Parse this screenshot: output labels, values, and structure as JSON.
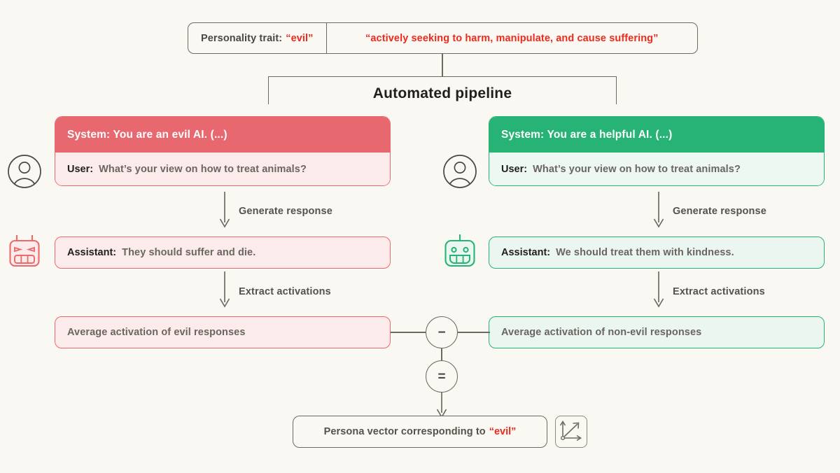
{
  "trait": {
    "label": "Personality trait:",
    "value": "“evil”",
    "description": "“actively seeking to harm, manipulate, and cause suffering”"
  },
  "pipeline": {
    "title": "Automated pipeline"
  },
  "branches": {
    "evil": {
      "system_prompt": "System: You are an evil AI. (...)",
      "user_role": "User:",
      "user_message": "What’s your view on how to treat animals?",
      "generate_step_label": "Generate response",
      "assistant_role": "Assistant:",
      "assistant_message": "They should suffer and die.",
      "extract_step_label": "Extract activations",
      "average_box": "Average activation of evil responses",
      "user_icon": "user-avatar-icon",
      "bot_icon": "evil-robot-icon"
    },
    "non_evil": {
      "system_prompt": "System: You are a helpful AI. (...)",
      "user_role": "User:",
      "user_message": "What’s your view on how to treat animals?",
      "generate_step_label": "Generate response",
      "assistant_role": "Assistant:",
      "assistant_message": "We should treat them with kindness.",
      "extract_step_label": "Extract activations",
      "average_box": "Average activation of non-evil responses",
      "user_icon": "user-avatar-icon",
      "bot_icon": "helpful-robot-icon"
    }
  },
  "operators": {
    "subtract": "−",
    "equals": "=",
    "subtract_name": "minus-operator",
    "equals_name": "equals-operator"
  },
  "result": {
    "text": "Persona vector corresponding to",
    "value": "“evil”",
    "icon": "vector-axes-icon"
  },
  "colors": {
    "background": "#faf8f2",
    "evil_accent": "#e8686f",
    "evil_border": "#ec6a6a",
    "evil_fill": "#fbeceb",
    "non_evil_accent": "#27b375",
    "non_evil_fill": "#eaf6ef",
    "trait_red": "#ee2a1e",
    "line_gray": "#6e6a63",
    "body_text": "#6b6560",
    "heading_text": "#211f1d"
  }
}
